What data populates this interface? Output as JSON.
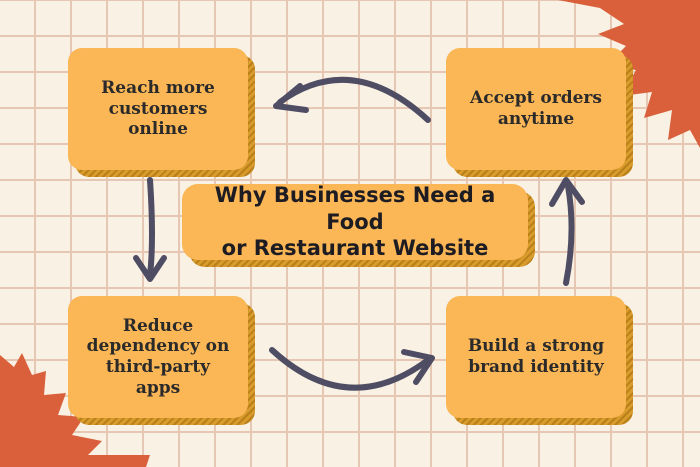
{
  "title": {
    "line1": "Why Businesses Need a Food",
    "line2": "or Restaurant Website"
  },
  "nodes": [
    {
      "id": "reach",
      "line1": "Reach more",
      "line2": "customers online"
    },
    {
      "id": "accept",
      "line1": "Accept orders",
      "line2": "anytime"
    },
    {
      "id": "reduce",
      "line1": "Reduce",
      "line2": "dependency on",
      "line3": "third-party apps"
    },
    {
      "id": "brand",
      "line1": "Build a strong",
      "line2": "brand identity"
    }
  ],
  "colors": {
    "background": "#f8f1e4",
    "grid": "#e6c7b3",
    "card": "#fbb656",
    "card_shadow": "#c98d1f",
    "arrow": "#4f4d63",
    "leaf": "#d9603a"
  }
}
